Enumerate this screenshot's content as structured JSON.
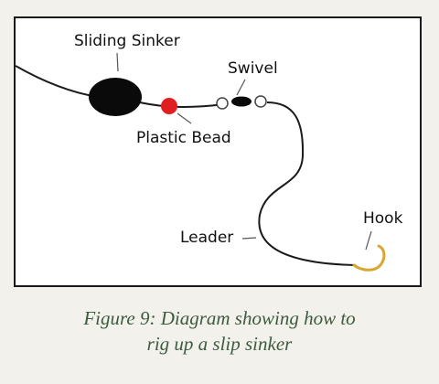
{
  "diagram": {
    "labels": {
      "sliding_sinker": "Sliding Sinker",
      "swivel": "Swivel",
      "plastic_bead": "Plastic Bead",
      "leader": "Leader",
      "hook": "Hook"
    },
    "colors": {
      "line": "#1a1a1a",
      "sinker": "#0a0a0a",
      "bead": "#e02020",
      "swivel_ring": "#ffffff",
      "hook": "#d9a631"
    }
  },
  "caption": {
    "line1": "Figure 9: Diagram showing how to",
    "line2": "rig up a slip sinker"
  }
}
